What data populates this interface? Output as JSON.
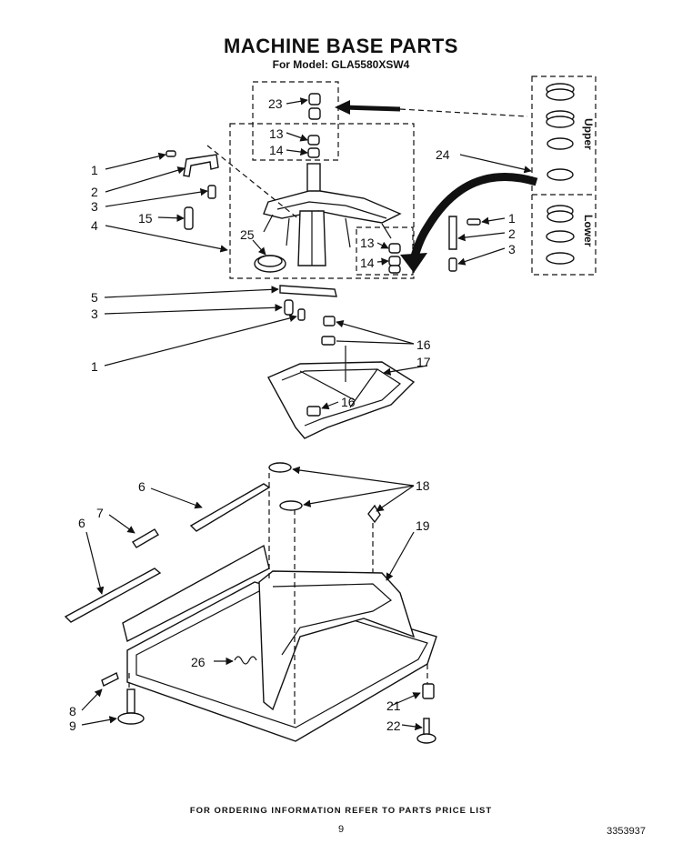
{
  "header": {
    "title": "MACHINE BASE PARTS",
    "model_line": "For Model: GLA5580XSW4"
  },
  "callouts": {
    "c1a": "1",
    "c2a": "2",
    "c3a": "3",
    "c15": "15",
    "c4": "4",
    "c23": "23",
    "c13a": "13",
    "c14a": "14",
    "c25": "25",
    "c24": "24",
    "c1b": "1",
    "c2b": "2",
    "c3b": "3",
    "c13b": "13",
    "c14b": "14",
    "c5": "5",
    "c3c": "3",
    "c1c": "1",
    "c16a": "16",
    "c17": "17",
    "c16b": "16",
    "c6a": "6",
    "c18": "18",
    "c7": "7",
    "c19": "19",
    "c6b": "6",
    "c26": "26",
    "c8": "8",
    "c9": "9",
    "c21": "21",
    "c22": "22"
  },
  "seal_panel": {
    "upper_label": "Upper",
    "lower_label": "Lower"
  },
  "footer": {
    "ordering_note": "FOR ORDERING INFORMATION REFER TO PARTS PRICE LIST",
    "page_number": "9",
    "document_number": "3353937"
  }
}
